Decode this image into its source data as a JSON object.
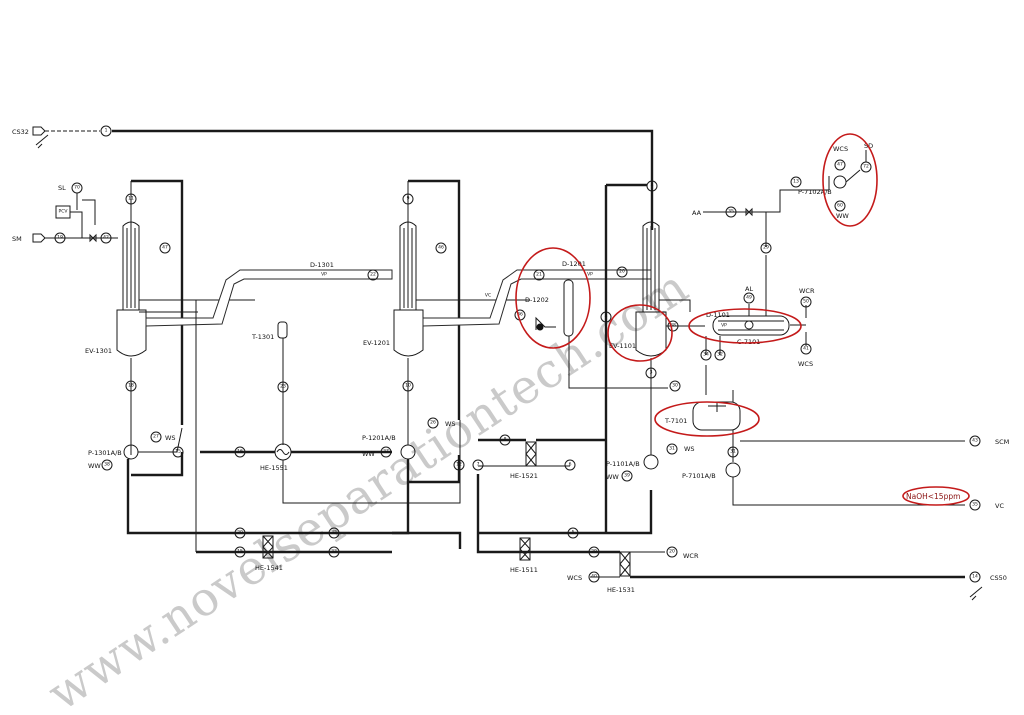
{
  "streams": {
    "cs32": "CS32",
    "sm": "SM",
    "sl": "SL",
    "pcv": "PCV",
    "aa": "AA",
    "scm": "SCM",
    "vc": "VC",
    "cs50": "CS50",
    "al": "AL",
    "wcr": "WCR",
    "wcs": "WCS",
    "ww": "WW",
    "ws": "WS",
    "vp": "VP",
    "sd": "SD"
  },
  "equipment": {
    "ev1301": "EV-1301",
    "ev1201": "EV-1201",
    "ev1101": "EV-1101",
    "d1301": "D-1301",
    "d1201": "D-1201",
    "d1202": "D-1202",
    "d1101": "D-1101",
    "t1301": "T-1301",
    "t7101": "T-7101",
    "c7101": "C-7101",
    "he1551": "HE-1551",
    "he1541": "HE-1541",
    "he1521": "HE-1521",
    "he1511": "HE-1511",
    "he1531": "HE-1531",
    "p1301": "P-1301A/B",
    "p1201": "P-1201A/B",
    "p1101": "P-1101A/B",
    "p7101": "P-7101A/B",
    "p7102": "P-7102A/B"
  },
  "annotation": "NaOH<15ppm",
  "watermark": "www.novelseparationtech.com"
}
